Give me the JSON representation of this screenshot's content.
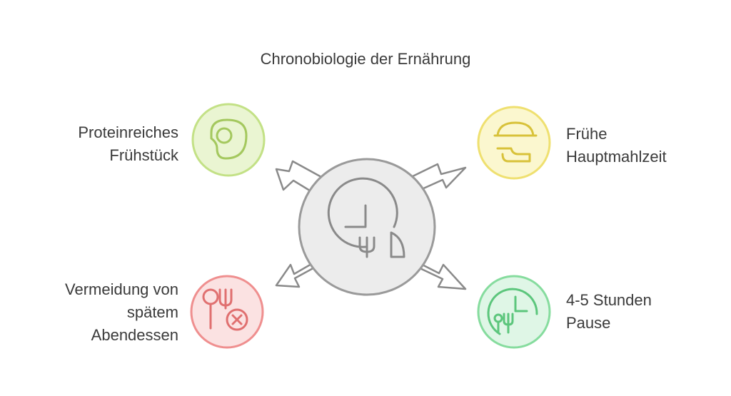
{
  "diagram": {
    "title": "Chronobiologie der Ernährung",
    "center": {
      "icon": "clock-fork-spoon-icon"
    },
    "items": [
      {
        "id": "protein",
        "lines": [
          "Proteinreiches",
          "Frühstück"
        ],
        "color": "#c3e186",
        "fill": "#eaf5d2",
        "icon": "egg-icon"
      },
      {
        "id": "main",
        "lines": [
          "Frühe",
          "Hauptmahlzeit"
        ],
        "color": "#efe070",
        "fill": "#fbf7cf",
        "icon": "serving-platter-icon"
      },
      {
        "id": "avoid",
        "lines": [
          "Vermeidung von",
          "spätem",
          "Abendessen"
        ],
        "color": "#ef8f8f",
        "fill": "#fbe2e2",
        "icon": "no-dinner-icon"
      },
      {
        "id": "pause",
        "lines": [
          "4-5 Stunden",
          "Pause"
        ],
        "color": "#86dc9e",
        "fill": "#dff6e6",
        "icon": "clock-meal-icon"
      }
    ]
  }
}
